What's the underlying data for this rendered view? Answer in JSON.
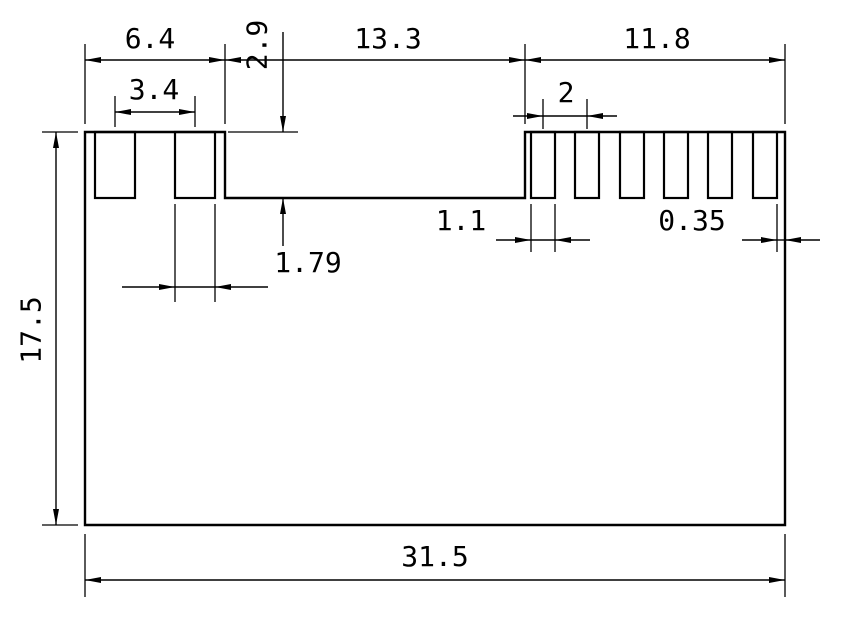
{
  "drawing": {
    "dim_labels": {
      "left_section_width": "6.4",
      "step_depth": "2.9",
      "center_section_width": "13.3",
      "right_section_width": "11.8",
      "left_slot_pitch": "3.4",
      "right_slot_pitch": "2",
      "right_slot_width": "1.1",
      "right_edge_offset": "0.35",
      "left_slot_width": "1.79",
      "overall_height": "17.5",
      "overall_width": "31.5"
    }
  }
}
